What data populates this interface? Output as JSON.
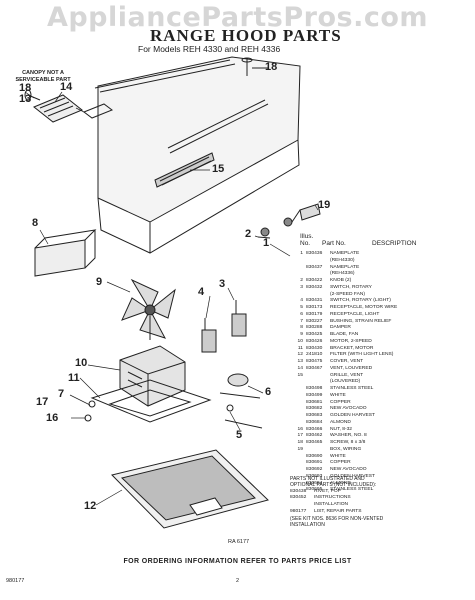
{
  "watermark": "AppliancePartsPros.com",
  "title": "RANGE HOOD PARTS",
  "subtitle": "For Models REH 4330 and REH 4336",
  "canopy_note": "CANOPY NOT A SERVICEABLE PART",
  "callouts": [
    "18",
    "14",
    "13",
    "18",
    "15",
    "19",
    "2",
    "8",
    "1",
    "9",
    "4",
    "3",
    "10",
    "11",
    "7",
    "6",
    "5",
    "17",
    "16",
    "12"
  ],
  "table_head": {
    "illus": "Illus.",
    "no": "No.",
    "part": "Part No.",
    "description": "DESCRIPTION"
  },
  "parts": [
    {
      "n": "1",
      "p": "830436",
      "d": "NAMEPLATE"
    },
    {
      "n": "",
      "p": "",
      "d": "(REH4330)"
    },
    {
      "n": "",
      "p": "830437",
      "d": "NAMEPLATE"
    },
    {
      "n": "",
      "p": "",
      "d": "(REH4336)"
    },
    {
      "n": "2",
      "p": "830422",
      "d": "KNOB (2)"
    },
    {
      "n": "3",
      "p": "830432",
      "d": "SWITCH, ROTARY"
    },
    {
      "n": "",
      "p": "",
      "d": "(2-SPEED FAN)"
    },
    {
      "n": "4",
      "p": "830431",
      "d": "SWITCH, ROTARY (LIGHT)"
    },
    {
      "n": "5",
      "p": "830173",
      "d": "RECEPTACLE, MOTOR WIRE"
    },
    {
      "n": "6",
      "p": "830179",
      "d": "RECEPTACLE, LIGHT"
    },
    {
      "n": "7",
      "p": "830227",
      "d": "BUSHING, STRAIN RELIEF"
    },
    {
      "n": "8",
      "p": "830288",
      "d": "DAMPER"
    },
    {
      "n": "9",
      "p": "830425",
      "d": "BLADE, FAN"
    },
    {
      "n": "10",
      "p": "830426",
      "d": "MOTOR, 2-SPEED"
    },
    {
      "n": "11",
      "p": "830430",
      "d": "BRACKET, MOTOR"
    },
    {
      "n": "12",
      "p": "241810",
      "d": "FILTER (WITH LIGHT LENS)"
    },
    {
      "n": "13",
      "p": "830475",
      "d": "COVER, VENT"
    },
    {
      "n": "14",
      "p": "830467",
      "d": "VENT, LOUVERED"
    },
    {
      "n": "15",
      "p": "",
      "d": "GRILLE, VENT"
    },
    {
      "n": "",
      "p": "",
      "d": "(LOUVERED)"
    },
    {
      "n": "",
      "p": "830498",
      "d": "STAINLESS STEEL"
    },
    {
      "n": "",
      "p": "830499",
      "d": "WHITE"
    },
    {
      "n": "",
      "p": "830681",
      "d": "COPPER"
    },
    {
      "n": "",
      "p": "830682",
      "d": "NEW AVOCADO"
    },
    {
      "n": "",
      "p": "830683",
      "d": "GOLDEN HARVEST"
    },
    {
      "n": "",
      "p": "830684",
      "d": "ALMOND"
    },
    {
      "n": "16",
      "p": "830466",
      "d": "NUT, 8-32"
    },
    {
      "n": "17",
      "p": "830462",
      "d": "WASHER, NO. 8"
    },
    {
      "n": "18",
      "p": "830465",
      "d": "SCREW, 8 x 3/8"
    },
    {
      "n": "19",
      "p": "",
      "d": "BOX, WIRING"
    },
    {
      "n": "",
      "p": "830690",
      "d": "WHITE"
    },
    {
      "n": "",
      "p": "830691",
      "d": "COPPER"
    },
    {
      "n": "",
      "p": "830692",
      "d": "NEW AVOCADO"
    },
    {
      "n": "",
      "p": "830693",
      "d": "GOLDEN HARVEST"
    },
    {
      "n": "",
      "p": "830694",
      "d": "ALMOND"
    },
    {
      "n": "",
      "p": "830695",
      "d": "STAINLESS STEEL"
    }
  ],
  "notes": {
    "heading1": "PARTS NOT ILLUSTRATED AND",
    "heading2": "OPTIONAL PARTS (NOT INCLUDED):",
    "items": [
      {
        "p": "830438",
        "d": "RIVET, POP"
      },
      {
        "p": "830452",
        "d": "INSTRUCTIONS"
      },
      {
        "p": "",
        "d": "INSTALLATION"
      },
      {
        "p": "980177",
        "d": "LIST, REPAIR PARTS"
      }
    ],
    "kit1": "(SEE KIT NOS. 8636 FOR NON-VENTED",
    "kit2": "INSTALLATION"
  },
  "ra_code": "RA 6177",
  "footer": "FOR ORDERING INFORMATION REFER TO PARTS PRICE LIST",
  "doc_code": "980177",
  "page_no": "2"
}
